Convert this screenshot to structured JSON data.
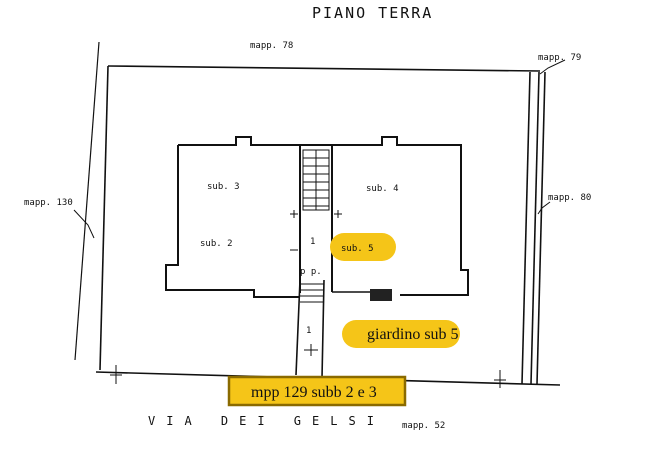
{
  "title": "PIANO  TERRA",
  "labels": {
    "mapp_78": "mapp. 78",
    "mapp_79": "mapp. 79",
    "mapp_80": "mapp. 80",
    "mapp_130": "mapp. 130",
    "mapp_52": "mapp. 52",
    "street": "VIA DEI GELSI",
    "sub_3": "sub. 3",
    "sub_4": "sub. 4",
    "sub_2": "sub. 2",
    "sub_5": "sub. 5",
    "stair_1": "1",
    "stair_1b": "1",
    "pp": "p p.",
    "giardino": "giardino sub 5",
    "mpp_129": "mpp 129 subb 2 e 3"
  },
  "colors": {
    "highlight": "#f5c518",
    "highlight_border": "#8a6a00",
    "ink": "#111111"
  }
}
